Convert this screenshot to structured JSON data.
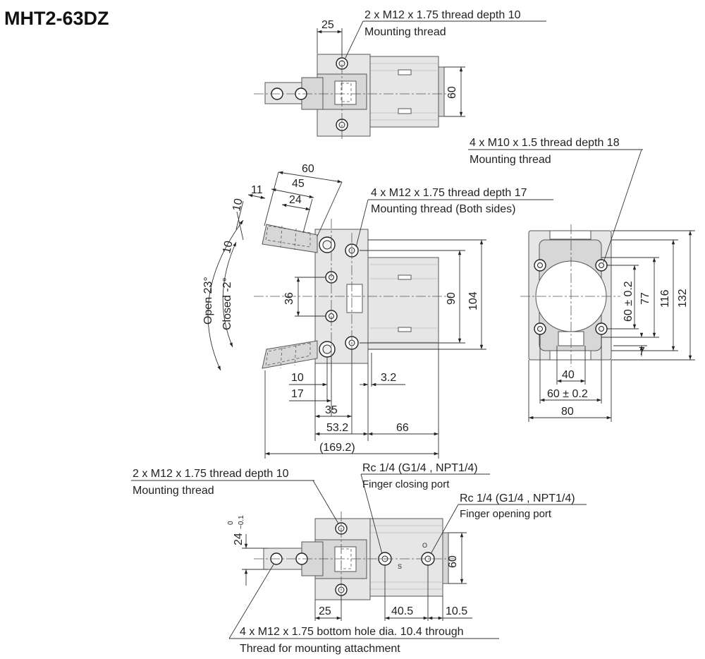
{
  "title": "MHT2-63DZ",
  "top_view": {
    "callout_line1": "2 x M12 x 1.75 thread depth 10",
    "callout_line2": "Mounting thread",
    "dim_25": "25",
    "dim_60": "60"
  },
  "front_view": {
    "callout_line1": "4 x M12 x 1.75 thread depth 17",
    "callout_line2": "Mounting thread (Both sides)",
    "dim_60": "60",
    "dim_45": "45",
    "dim_11": "11",
    "dim_24": "24",
    "dim_10a": "10",
    "dim_10b": "10",
    "angle_open": "Open 23°",
    "angle_closed": "Closed -2°",
    "dim_36": "36",
    "dim_90": "90",
    "dim_104": "104",
    "dim_10c": "10",
    "dim_17": "17",
    "dim_3_2": "3.2",
    "dim_35": "35",
    "dim_53_2": "53.2",
    "dim_66": "66",
    "dim_169_2": "(169.2)"
  },
  "side_view": {
    "callout_line1": "4 x M10 x 1.5 thread depth 18",
    "callout_line2": "Mounting thread",
    "dim_60_02_v": "60 ± 0.2",
    "dim_77": "77",
    "dim_116": "116",
    "dim_132": "132",
    "dim_7": "7",
    "dim_40": "40",
    "dim_60_02_h": "60 ± 0.2",
    "dim_80": "80"
  },
  "bottom_view": {
    "callout_mount_line1": "2 x M12 x 1.75 thread depth 10",
    "callout_mount_line2": "Mounting thread",
    "port_closing_line1": "Rc 1/4 (G1/4 , NPT1/4)",
    "port_closing_line2": "Finger closing port",
    "port_opening_line1": "Rc 1/4 (G1/4 , NPT1/4)",
    "port_opening_line2": "Finger opening port",
    "dim_24": "24",
    "tol_upper": "0",
    "tol_lower": "−0.1",
    "dim_60": "60",
    "dim_25": "25",
    "dim_40_5": "40.5",
    "dim_10_5": "10.5",
    "port_mark_s": "S",
    "port_mark_o": "O",
    "callout_bottom_line1": "4 x M12 x 1.75 bottom hole dia. 10.4 through",
    "callout_bottom_line2": "Thread for mounting attachment"
  }
}
